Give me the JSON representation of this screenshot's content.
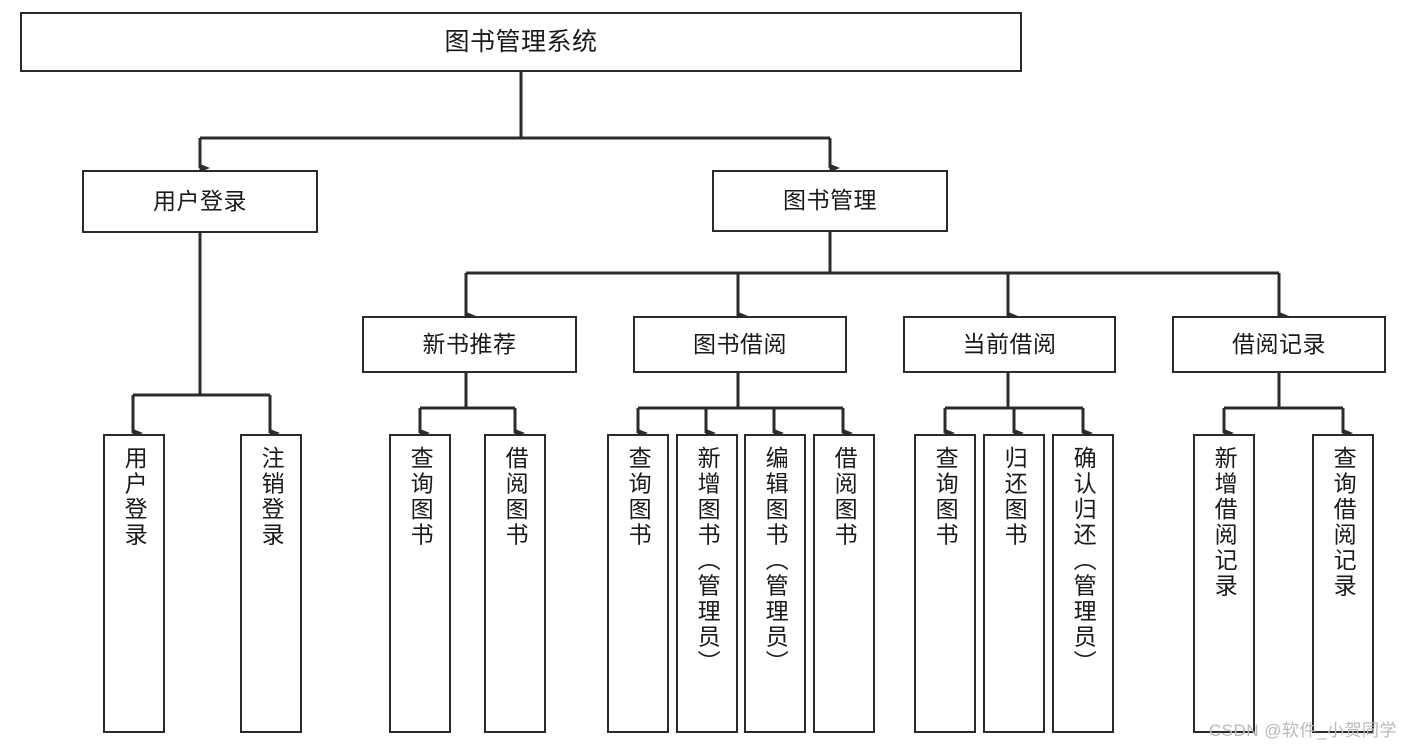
{
  "diagram": {
    "type": "tree",
    "title": "图书管理系统",
    "orientation": "top-down",
    "colors": {
      "box_border": "#2b2b2b",
      "box_fill": "#ffffff",
      "connector": "#2b2b2b",
      "text": "#1a1a1a",
      "watermark": "#b9b9b9",
      "background": "#ffffff"
    },
    "root": {
      "label": "图书管理系统",
      "level": 0
    },
    "level2": [
      {
        "label": "用户登录",
        "level": 1
      },
      {
        "label": "图书管理",
        "level": 1
      }
    ],
    "level3": [
      {
        "label": "新书推荐",
        "level": 2
      },
      {
        "label": "图书借阅",
        "level": 2
      },
      {
        "label": "当前借阅",
        "level": 2
      },
      {
        "label": "借阅记录",
        "level": 2
      }
    ],
    "leaves": {
      "user_login": [
        {
          "label": "用户登录"
        },
        {
          "label": "注销登录"
        }
      ],
      "new_book_recommend": [
        {
          "label": "查询图书"
        },
        {
          "label": "借阅图书"
        }
      ],
      "book_borrow": [
        {
          "label": "查询图书"
        },
        {
          "label": "新增图书（管理员）"
        },
        {
          "label": "编辑图书（管理员）"
        },
        {
          "label": "借阅图书"
        }
      ],
      "current_borrow": [
        {
          "label": "查询图书"
        },
        {
          "label": "归还图书"
        },
        {
          "label": "确认归还（管理员）"
        }
      ],
      "borrow_record": [
        {
          "label": "新增借阅记录"
        },
        {
          "label": "查询借阅记录"
        }
      ]
    }
  },
  "watermark": {
    "text": "CSDN @软件_小贺同学"
  }
}
